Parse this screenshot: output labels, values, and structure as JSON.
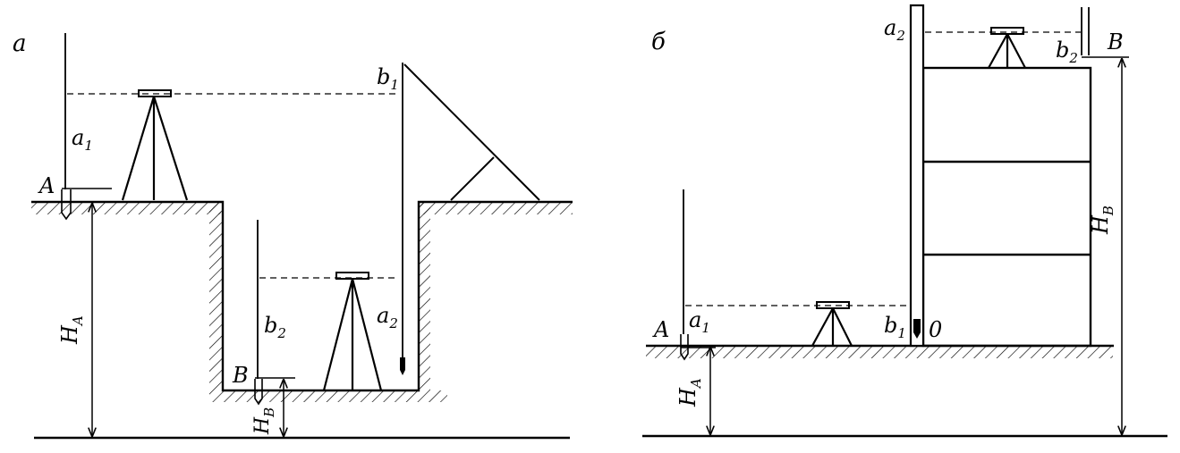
{
  "diagram_a": {
    "panel_label": "а",
    "point_a": "A",
    "point_b": "B",
    "reading_a1": {
      "base": "a",
      "sub": "1"
    },
    "reading_b1": {
      "base": "b",
      "sub": "1"
    },
    "reading_a2": {
      "base": "a",
      "sub": "2"
    },
    "reading_b2": {
      "base": "b",
      "sub": "2"
    },
    "height_a": {
      "base": "H",
      "sub": "A"
    },
    "height_b": {
      "base": "H",
      "sub": "B"
    }
  },
  "diagram_b": {
    "panel_label": "б",
    "point_a": "A",
    "point_b": "B",
    "point_o": "0",
    "reading_a1": {
      "base": "a",
      "sub": "1"
    },
    "reading_b1": {
      "base": "b",
      "sub": "1"
    },
    "reading_a2": {
      "base": "a",
      "sub": "2"
    },
    "reading_b2": {
      "base": "b",
      "sub": "2"
    },
    "height_a": {
      "base": "H",
      "sub": "A"
    },
    "height_b": {
      "base": "H",
      "sub": "B"
    }
  }
}
